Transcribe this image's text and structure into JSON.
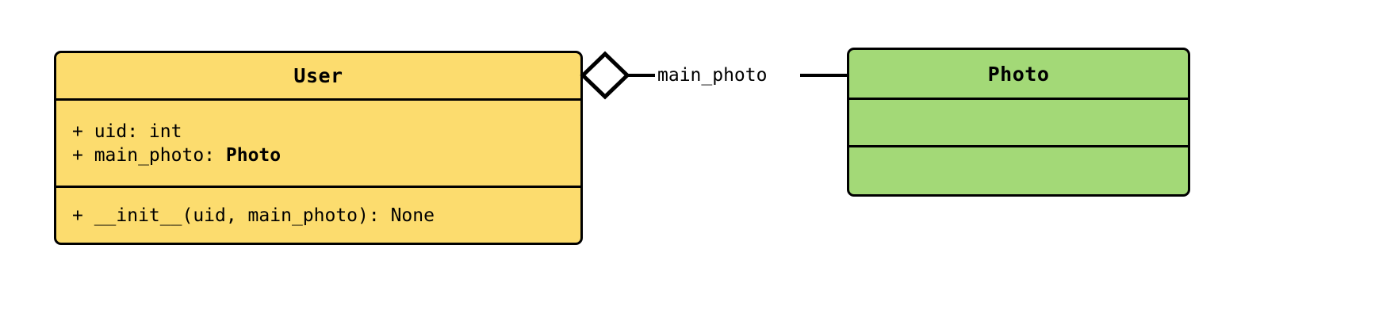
{
  "diagram": {
    "type": "uml-class-diagram",
    "background_color": "#ffffff",
    "classes": [
      {
        "name": "User",
        "fill_color": "#fcdc6e",
        "border_color": "#000000",
        "attributes": [
          {
            "visibility": "+",
            "text": "+ uid: int",
            "name": "uid",
            "type": "int"
          },
          {
            "visibility": "+",
            "text_prefix": "+ main_photo: ",
            "type_bold": "Photo",
            "name": "main_photo",
            "type": "Photo"
          }
        ],
        "methods": [
          {
            "visibility": "+",
            "text": "+ __init__(uid, main_photo): None",
            "name": "__init__",
            "params": "uid, main_photo",
            "returns": "None"
          }
        ]
      },
      {
        "name": "Photo",
        "fill_color": "#a3d977",
        "border_color": "#000000",
        "attributes": [],
        "methods": []
      }
    ],
    "relationships": [
      {
        "kind": "aggregation",
        "source": "User",
        "target": "Photo",
        "label": "main_photo",
        "diamond_fill": "#ffffff",
        "diamond_stroke": "#000000",
        "line_color": "#000000"
      }
    ]
  }
}
